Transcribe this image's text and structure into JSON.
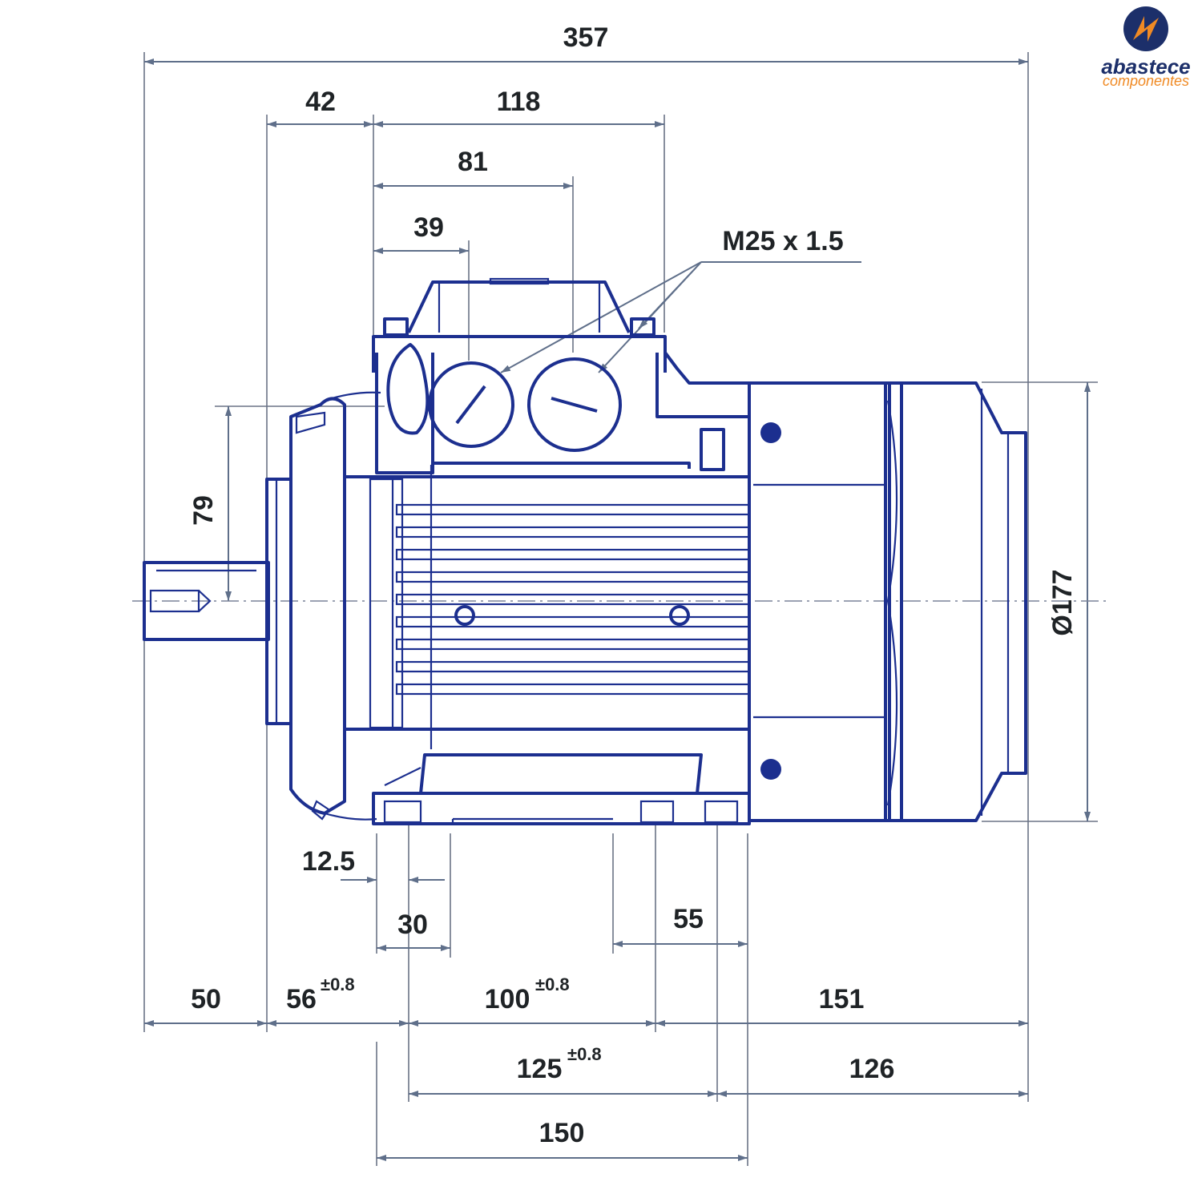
{
  "brand": {
    "name": "abastece",
    "tagline": "componentes",
    "colors": {
      "primary": "#1c2f6a",
      "accent": "#f08a24"
    }
  },
  "drawing_colors": {
    "motor": "#1c2f8f",
    "dimension": "#5f6f8a",
    "text": "#1f2326"
  },
  "dimensions": {
    "overall_length": "357",
    "d42": "42",
    "d118": "118",
    "d81": "81",
    "d39": "39",
    "thread": "M25 x 1.5",
    "shaft_height": "79",
    "diameter": "Ø177",
    "d12_5": "12.5",
    "d30": "30",
    "d55": "55",
    "d50": "50",
    "d56": {
      "value": "56",
      "tol": "±0.8"
    },
    "d100": {
      "value": "100",
      "tol": "±0.8"
    },
    "d151": "151",
    "d125": {
      "value": "125",
      "tol": "±0.8"
    },
    "d126": "126",
    "d150": "150"
  }
}
